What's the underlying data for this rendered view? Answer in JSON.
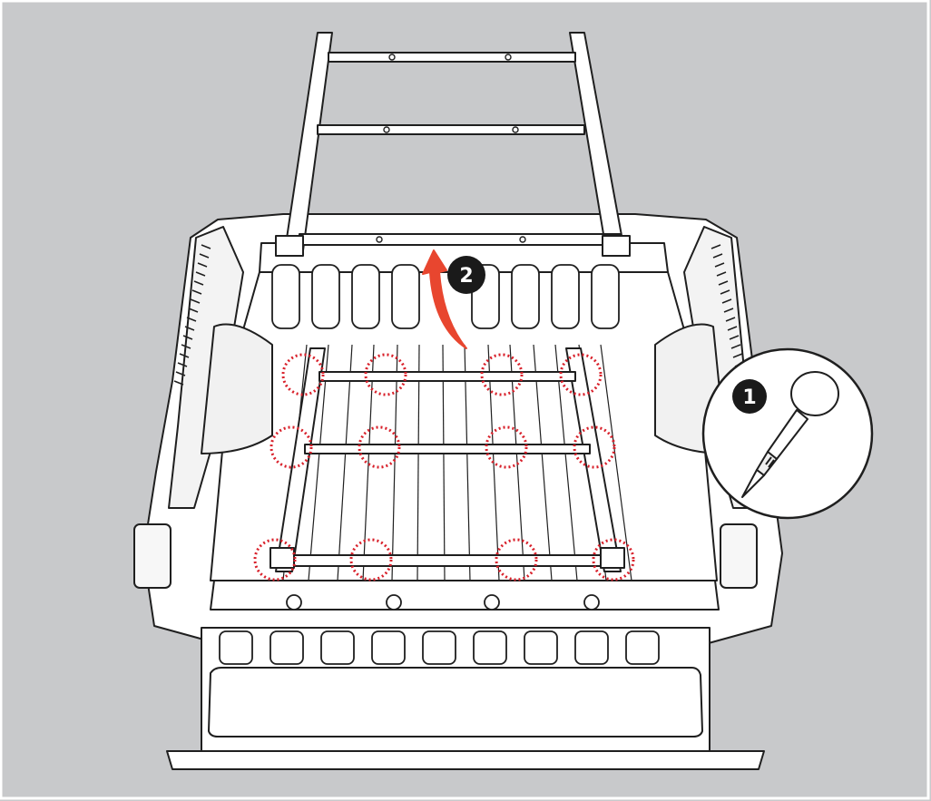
{
  "steps": [
    {
      "number": "1",
      "tool": "marker-pen-icon"
    },
    {
      "number": "2",
      "direction": "lift-up-arrow"
    }
  ],
  "mark_points": {
    "count": 12,
    "style": "dotted-circle"
  },
  "colors": {
    "background": "#c8c9cb",
    "frame": "#ffffff",
    "line": "#1f1f1f",
    "accent": "#e8462f",
    "marker": "#d8202a",
    "badge": "#1a1a1a"
  }
}
